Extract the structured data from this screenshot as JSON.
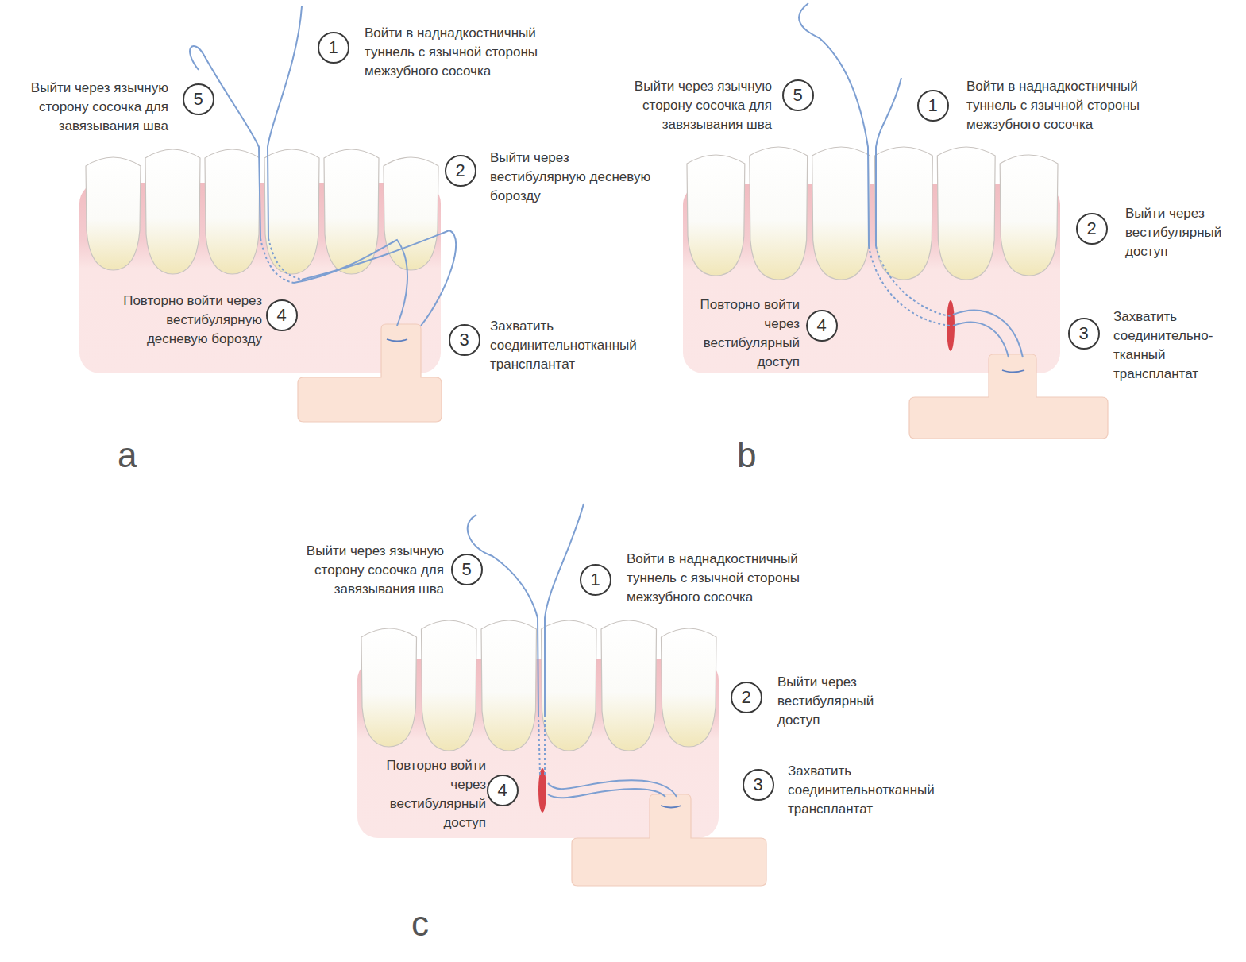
{
  "diagram": {
    "nodes": [
      {
        "text": [
          "1",
          "Войти в наднадкостничный туннель с язычной стороны межзубного сосочка"
        ]
      },
      {
        "text": [
          "2",
          "Выйти через вестибулярную десневую борозду"
        ]
      },
      {
        "text": [
          "3",
          "Захватить соединительнотканный трансплантат"
        ]
      },
      {
        "text": [
          "4",
          "Повторно войти через вестибулярную десневую борозду"
        ]
      },
      {
        "text": [
          "5",
          "Выйти через язычную сторону сосочка для завязывания шва"
        ]
      },
      {
        "text": [
          "1",
          "Войти в наднадкостничный туннель с язычной стороны межзубного сосочка"
        ]
      },
      {
        "text": [
          "2",
          "Выйти через вестибулярный доступ"
        ]
      },
      {
        "text": [
          "3",
          "Захватить соединительно-тканный трансплантат"
        ]
      },
      {
        "text": [
          "4",
          "Повторно войти через вестибулярный доступ"
        ]
      },
      {
        "text": [
          "5",
          "Выйти через язычную сторону сосочка для завязывания шва"
        ]
      },
      {
        "text": [
          "1",
          "Войти в наднадкостничный туннель с язычной стороны межзубного сосочка"
        ]
      },
      {
        "text": [
          "2",
          "Выйти через вестибулярный доступ"
        ]
      },
      {
        "text": [
          "3",
          "Захватить соединительнотканный трансплантат"
        ]
      },
      {
        "text": [
          "4",
          "Повторно войти через вестибулярный доступ"
        ]
      },
      {
        "text": [
          "5",
          "Выйти через язычную сторону сосочка для завязывания шва"
        ]
      }
    ],
    "labels": [
      "a",
      "b",
      "c"
    ]
  }
}
